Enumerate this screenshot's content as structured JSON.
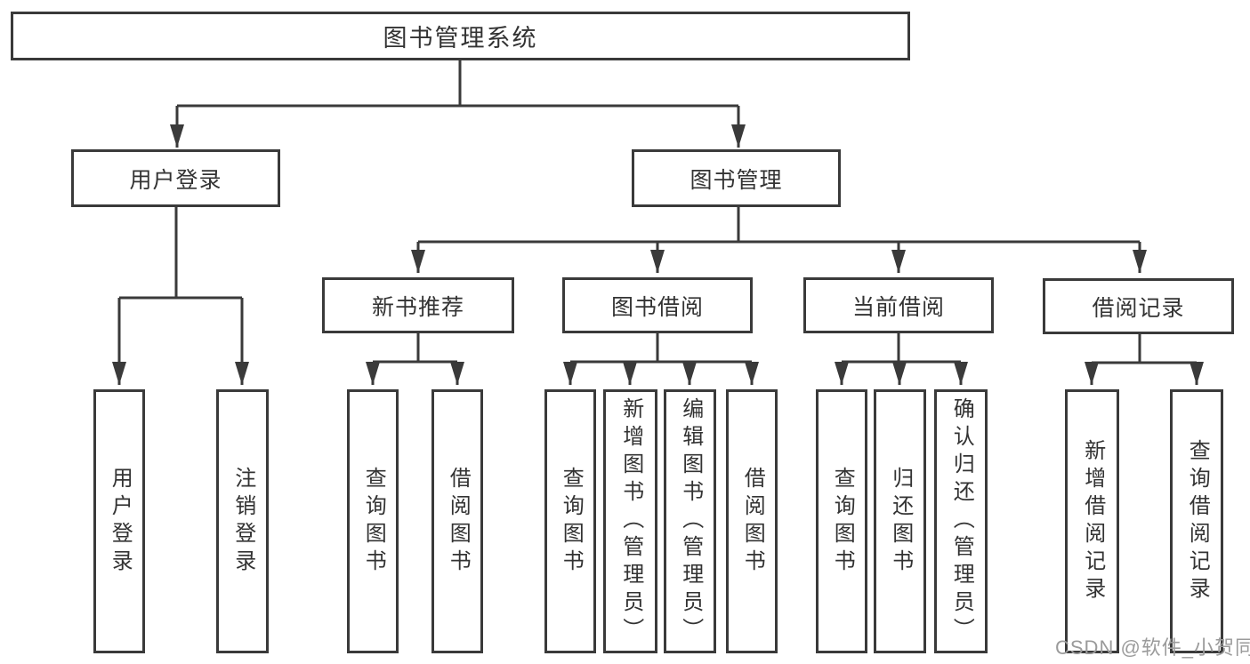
{
  "diagram": {
    "root": {
      "label": "图书管理系统"
    },
    "level2": [
      {
        "id": "user-login",
        "label": "用户登录",
        "parent": "图书管理系统"
      },
      {
        "id": "book-management",
        "label": "图书管理",
        "parent": "图书管理系统"
      }
    ],
    "level3": [
      {
        "id": "new-book-recommendation",
        "label": "新书推荐",
        "parent": "图书管理"
      },
      {
        "id": "book-borrowing",
        "label": "图书借阅",
        "parent": "图书管理"
      },
      {
        "id": "current-borrowing",
        "label": "当前借阅",
        "parent": "图书管理"
      },
      {
        "id": "borrowing-records",
        "label": "借阅记录",
        "parent": "图书管理"
      }
    ],
    "leaves": [
      {
        "label": "用户登录",
        "parent": "用户登录"
      },
      {
        "label": "注销登录",
        "parent": "用户登录"
      },
      {
        "label": "查询图书",
        "parent": "新书推荐"
      },
      {
        "label": "借阅图书",
        "parent": "新书推荐"
      },
      {
        "label": "查询图书",
        "parent": "图书借阅"
      },
      {
        "label": "新增图书（管理员）",
        "parent": "图书借阅"
      },
      {
        "label": "编辑图书（管理员）",
        "parent": "图书借阅"
      },
      {
        "label": "借阅图书",
        "parent": "图书借阅"
      },
      {
        "label": "查询图书",
        "parent": "当前借阅"
      },
      {
        "label": "归还图书",
        "parent": "当前借阅"
      },
      {
        "label": "确认归还（管理员）",
        "parent": "当前借阅"
      },
      {
        "label": "新增借阅记录",
        "parent": "借阅记录"
      },
      {
        "label": "查询借阅记录",
        "parent": "借阅记录"
      }
    ],
    "watermark": "CSDN @软件_小贺同学",
    "colors": {
      "line": "#3a3a3a",
      "box_border": "#3a3a3a",
      "text": "#333333",
      "watermark": "#9b9b9b",
      "background": "#ffffff"
    }
  }
}
